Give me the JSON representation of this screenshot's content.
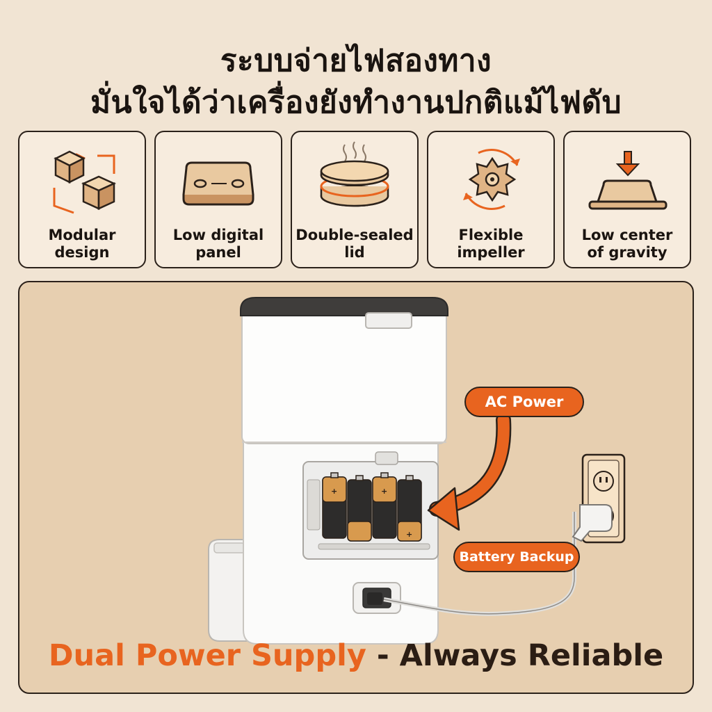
{
  "headline": {
    "line1": "ระบบจ่ายไฟสองทาง",
    "line2": "มั่นใจได้ว่าเครื่องยังทำงานปกติแม้ไฟดับ"
  },
  "features": [
    {
      "label_line1": "Modular",
      "label_line2": "design",
      "icon": "cubes-icon"
    },
    {
      "label_line1": "Low digital",
      "label_line2": "panel",
      "icon": "panel-icon"
    },
    {
      "label_line1": "Double-sealed",
      "label_line2": "lid",
      "icon": "sealed-lid-icon"
    },
    {
      "label_line1": "Flexible",
      "label_line2": "impeller",
      "icon": "impeller-icon"
    },
    {
      "label_line1": "Low center",
      "label_line2": "of gravity",
      "icon": "gravity-icon"
    }
  ],
  "callouts": {
    "ac_power": "AC Power",
    "battery_backup": "Battery Backup"
  },
  "tagline": {
    "accent": "Dual Power Supply",
    "rest": " - Always Reliable"
  },
  "colors": {
    "accent": "#e8641f",
    "background": "#f1e4d3",
    "panel": "#e7cfb0",
    "outline": "#2b211a"
  }
}
